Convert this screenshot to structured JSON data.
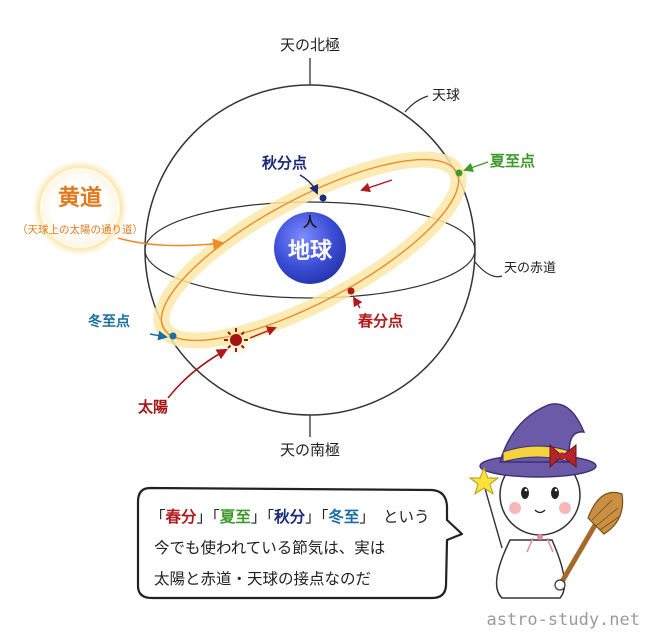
{
  "labels": {
    "north_pole": "天の北極",
    "south_pole": "天の南極",
    "celestial_sphere": "天球",
    "celestial_equator": "天の赤道",
    "earth": "地球",
    "ecliptic_title": "黄道",
    "ecliptic_sub": "（天球上の太陽の通り道）",
    "summer_solstice": "夏至点",
    "autumn_equinox": "秋分点",
    "winter_solstice": "冬至点",
    "spring_equinox": "春分点",
    "sun": "太陽",
    "observer": "人"
  },
  "bubble": {
    "q_open_1": "「",
    "term_spring": "春分",
    "q_close_1": "」",
    "q_open_2": "「",
    "term_summer": "夏至",
    "q_close_2": "」",
    "q_open_3": "「",
    "term_autumn": "秋分",
    "q_close_3": "」",
    "q_open_4": "「",
    "term_winter": "冬至",
    "q_close_4": "」",
    "line1_tail": "という",
    "line2": "今でも使われている節気は、実は",
    "line3": "太陽と赤道・天球の接点なのだ"
  },
  "watermark": "astro-study.net",
  "colors": {
    "sphere_line": "#333333",
    "ecliptic_orange": "#f08a2a",
    "ecliptic_glow": "#fbe7a8",
    "earth_blue": "#3b4ed6",
    "summer_green": "#3f9a2b",
    "autumn_navy": "#1c2a7c",
    "winter_teal": "#1b6fa0",
    "spring_red": "#b01a1a",
    "sun_red": "#a31515",
    "witch_hat": "#6a5aa8",
    "hat_band": "#f4d23b",
    "bow": "#b3242c"
  }
}
